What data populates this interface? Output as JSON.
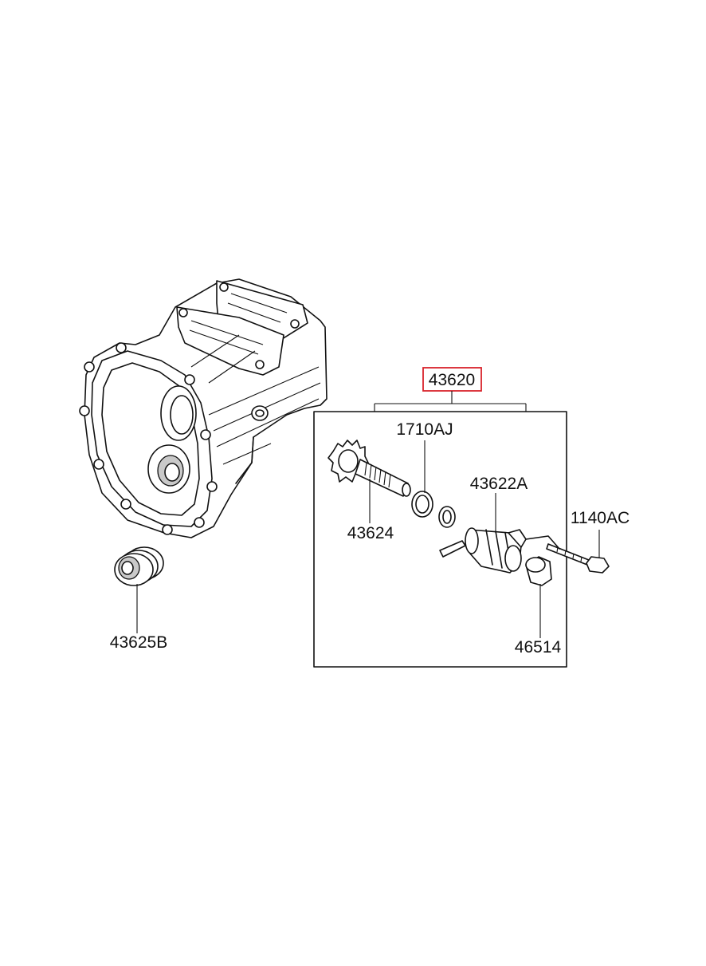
{
  "diagram": {
    "highlight_color": "#d9232b",
    "assembly": {
      "label": "43620",
      "highlighted": true
    },
    "callouts": [
      {
        "id": "c1710AJ",
        "label": "1710AJ"
      },
      {
        "id": "c43622A",
        "label": "43622A"
      },
      {
        "id": "c1140AC",
        "label": "1140AC"
      },
      {
        "id": "c43624",
        "label": "43624"
      },
      {
        "id": "c43625B",
        "label": "43625B"
      },
      {
        "id": "c46514",
        "label": "46514"
      }
    ]
  }
}
